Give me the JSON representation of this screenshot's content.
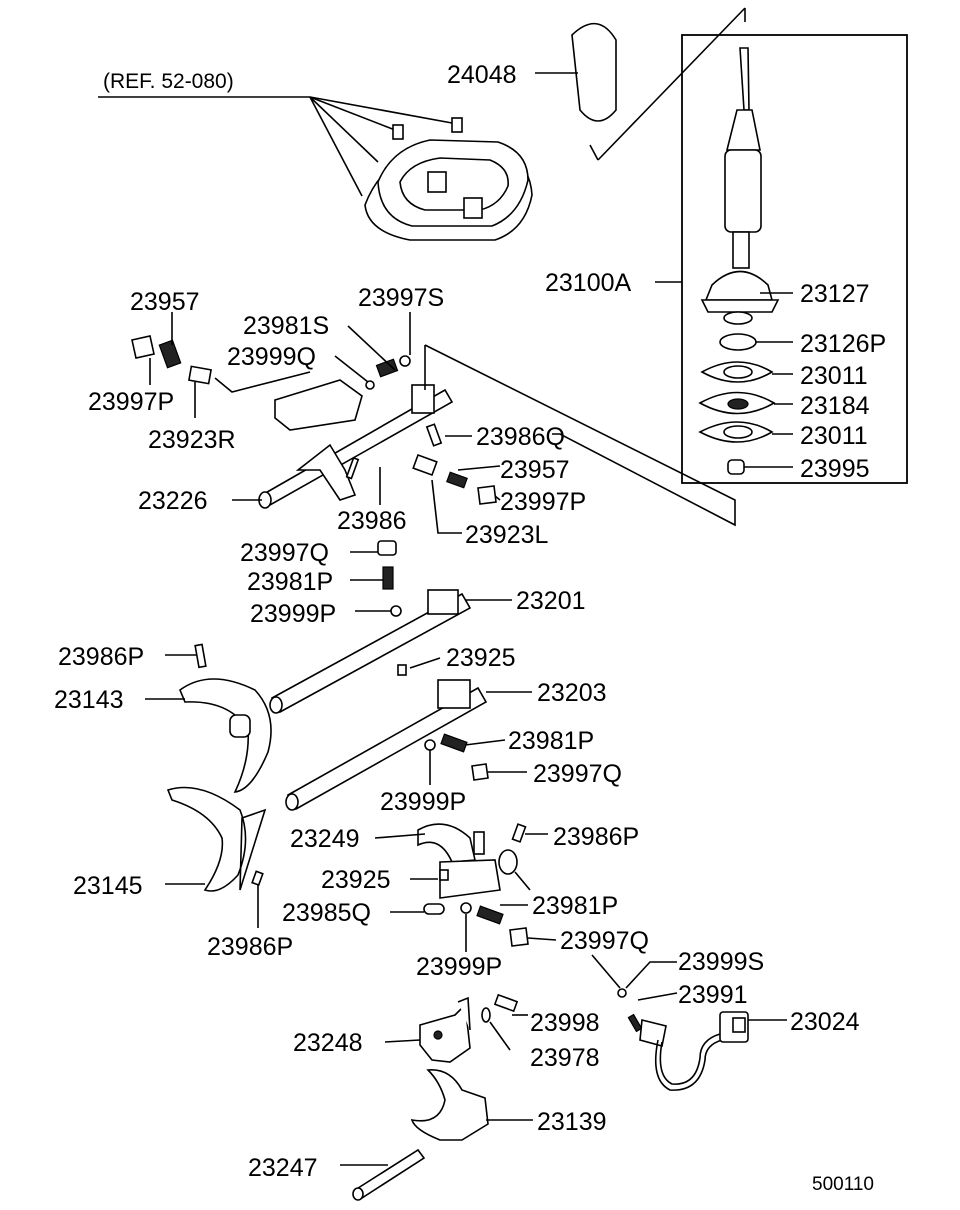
{
  "reference": "(REF. 52-080)",
  "drawing_code": "500110",
  "parts": {
    "p24048": "24048",
    "p23100A": "23100A",
    "p23127": "23127",
    "p23126P": "23126P",
    "p23011a": "23011",
    "p23184": "23184",
    "p23011b": "23011",
    "p23995": "23995",
    "p23957a": "23957",
    "p23997Pa": "23997P",
    "p23923R": "23923R",
    "p23981S": "23981S",
    "p23999Q": "23999Q",
    "p23997S": "23997S",
    "p23986Q": "23986Q",
    "p23226": "23226",
    "p23986a": "23986",
    "p23957b": "23957",
    "p23997Pb": "23997P",
    "p23923L": "23923L",
    "p23997Qa": "23997Q",
    "p23981Pa": "23981P",
    "p23999Pa": "23999P",
    "p23201": "23201",
    "p23986Pa": "23986P",
    "p23925a": "23925",
    "p23143": "23143",
    "p23203": "23203",
    "p23981Pb": "23981P",
    "p23997Qb": "23997Q",
    "p23999Pb": "23999P",
    "p23249": "23249",
    "p23986Pb": "23986P",
    "p23145": "23145",
    "p23925b": "23925",
    "p23985Q": "23985Q",
    "p23981Pc": "23981P",
    "p23997Qc": "23997Q",
    "p23986Pc": "23986P",
    "p23999Pc": "23999P",
    "p23999S": "23999S",
    "p23991": "23991",
    "p23998": "23998",
    "p23024": "23024",
    "p23248": "23248",
    "p23978": "23978",
    "p23139": "23139",
    "p23247": "23247"
  }
}
